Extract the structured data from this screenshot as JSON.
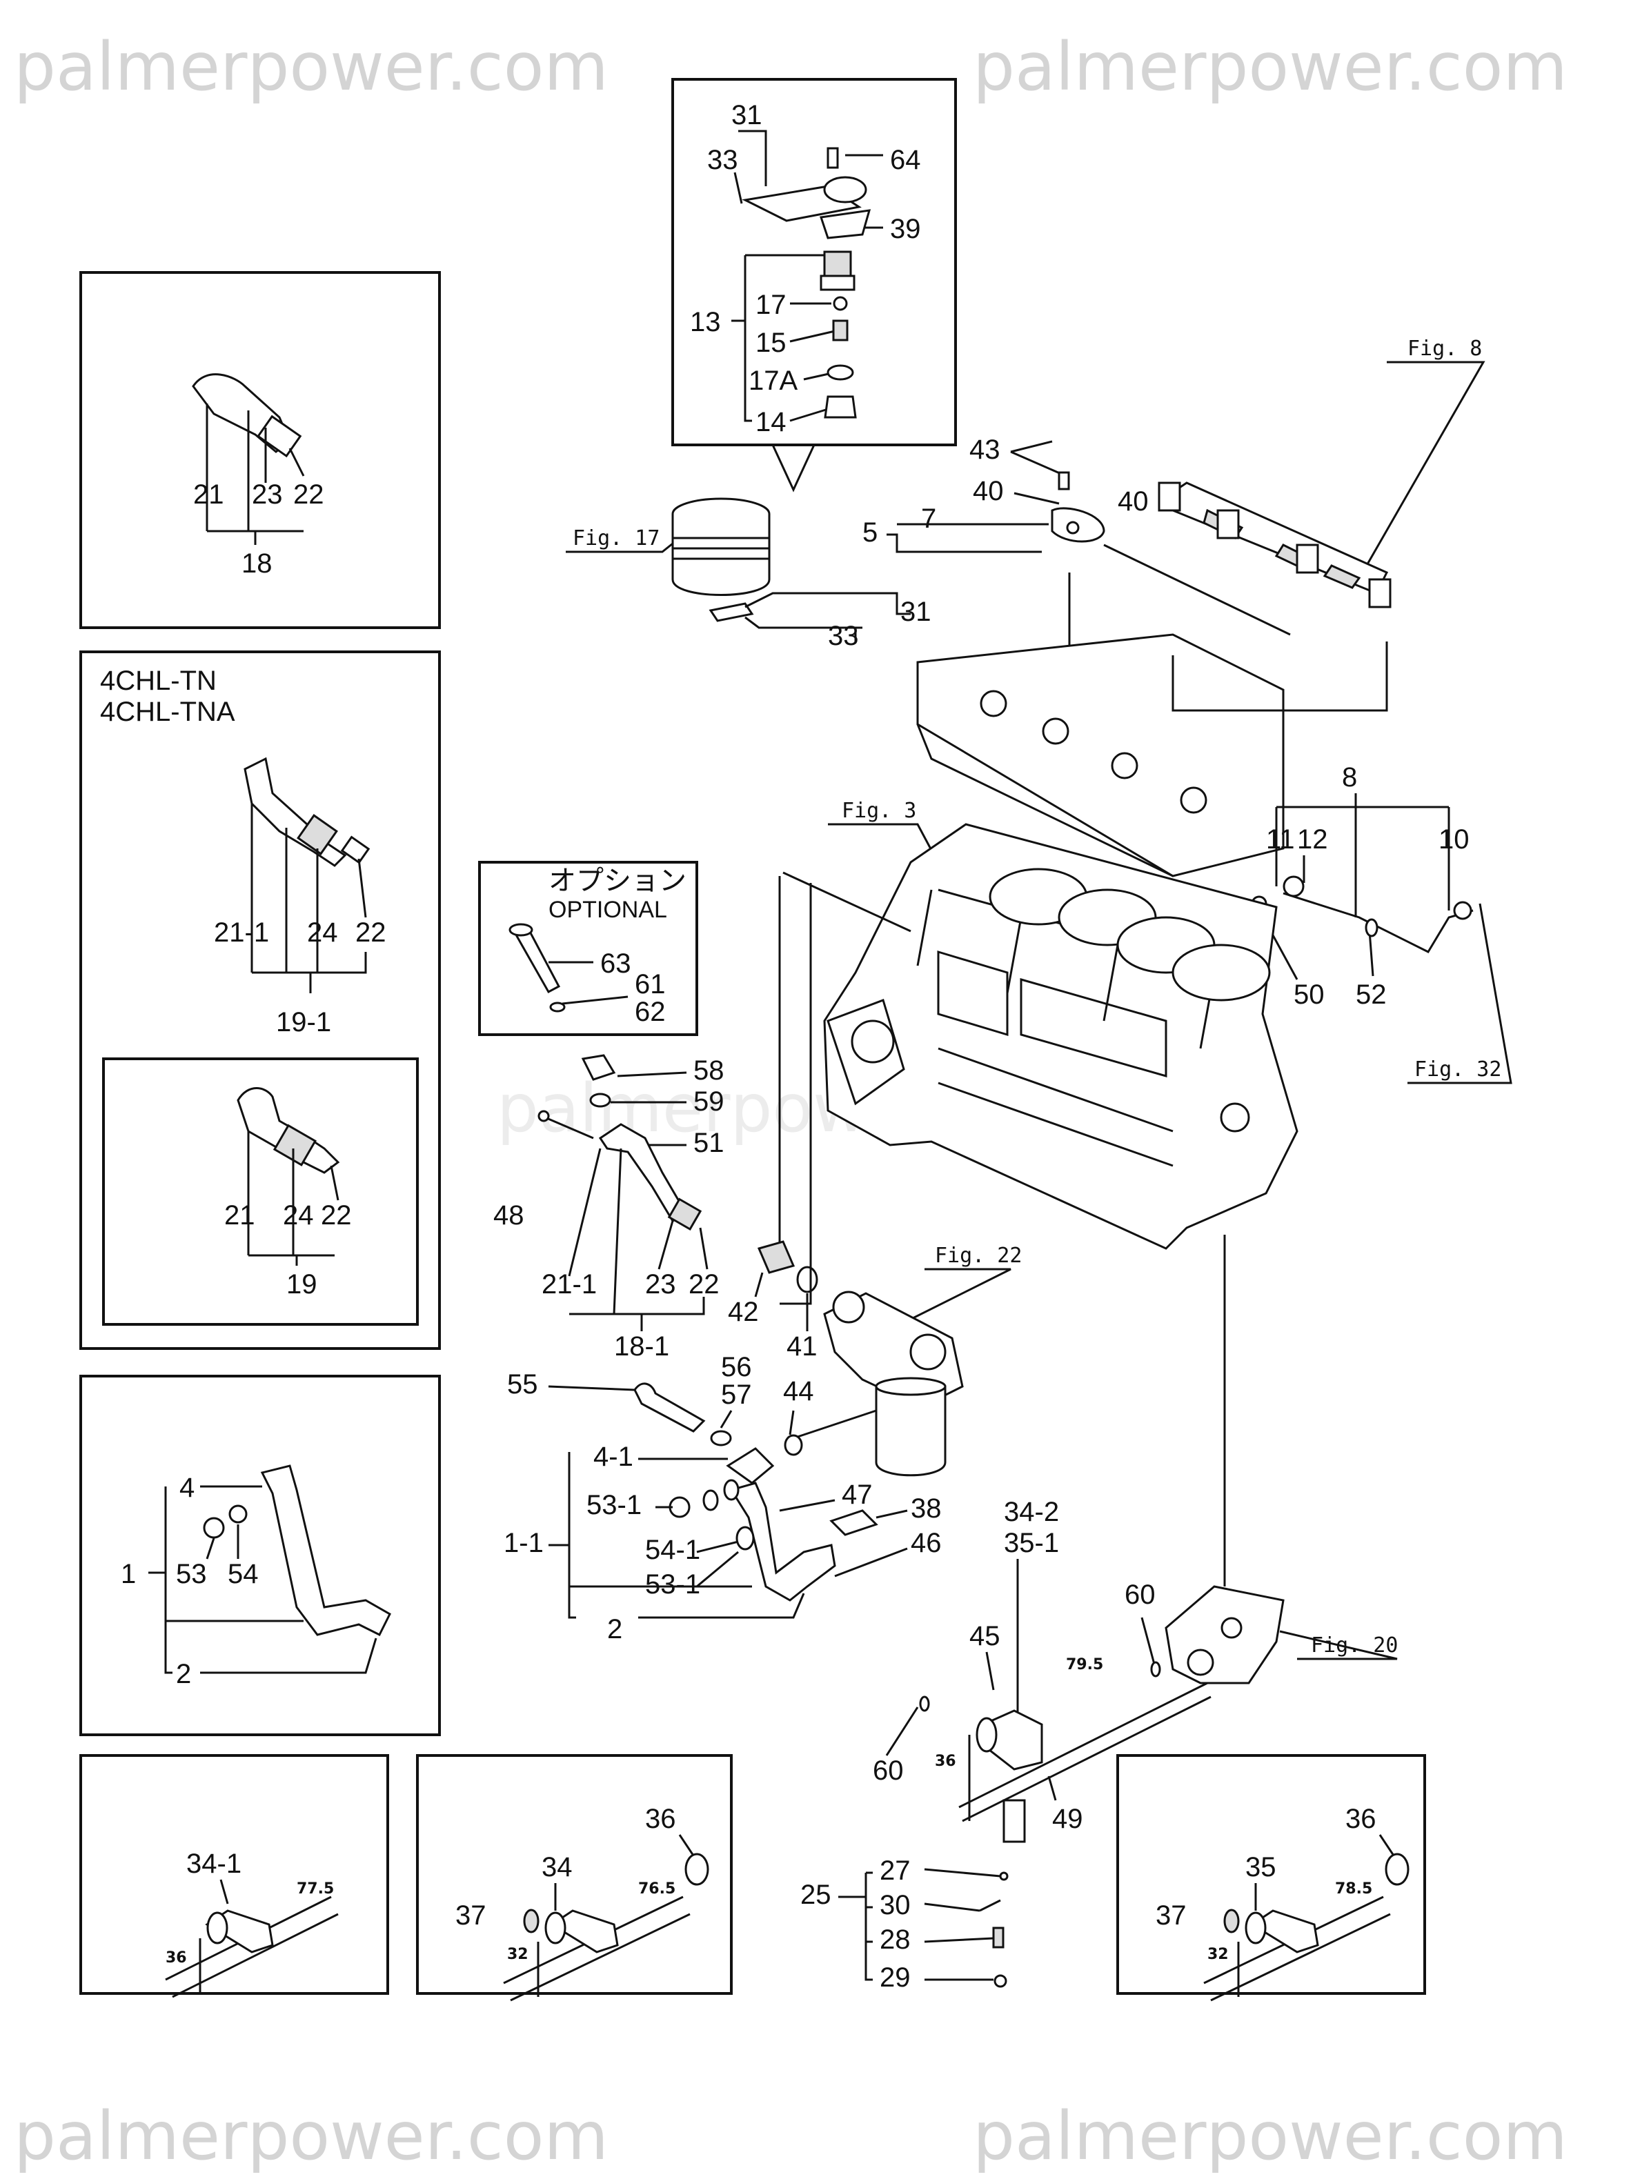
{
  "watermark": "palmerpower.com",
  "figure_refs": {
    "fig8": "Fig. 8",
    "fig17": "Fig. 17",
    "fig3": "Fig. 3",
    "fig32": "Fig. 32",
    "fig22": "Fig. 22",
    "fig20": "Fig. 20"
  },
  "inset_oil_jet": {
    "labels": [
      "31",
      "33",
      "64",
      "39",
      "13",
      "17",
      "15",
      "17A",
      "14"
    ]
  },
  "inset_pipe_18": {
    "labels": [
      "21",
      "23",
      "22",
      "18"
    ]
  },
  "inset_tn": {
    "title_line1": "4CHL-TN",
    "title_line2": "4CHL-TNA",
    "labels": [
      "21-1",
      "24",
      "22",
      "19-1"
    ],
    "sub_labels": [
      "21",
      "24",
      "22",
      "19"
    ]
  },
  "inset_pipe_1": {
    "labels": [
      "4",
      "1",
      "53",
      "54",
      "2"
    ]
  },
  "optional_box": {
    "title_jp": "オプション",
    "title_en": "OPTIONAL",
    "labels": [
      "63",
      "61",
      "62"
    ]
  },
  "main_labels": {
    "piston": [
      "31",
      "33"
    ],
    "rocker": [
      "43",
      "40",
      "5",
      "7",
      "40"
    ],
    "pipes": [
      "8",
      "11",
      "12",
      "10",
      "50",
      "52"
    ],
    "oil_line": [
      "58",
      "59",
      "51",
      "48",
      "21-1",
      "23",
      "22",
      "18-1",
      "42",
      "41"
    ],
    "filter": [
      "56",
      "57",
      "55",
      "44",
      "4-1",
      "53-1",
      "47",
      "38",
      "1-1",
      "54-1",
      "53-1",
      "46",
      "2"
    ],
    "bracket": [
      "34-2",
      "35-1",
      "45",
      "60",
      "60",
      "49",
      "25",
      "27",
      "30",
      "28",
      "29"
    ]
  },
  "dimensions": {
    "main": [
      "79.5",
      "36"
    ],
    "inset_a": [
      "34-1",
      "77.5",
      "36"
    ],
    "inset_b": [
      "36",
      "34",
      "37",
      "76.5",
      "32"
    ],
    "inset_c": [
      "36",
      "35",
      "37",
      "78.5",
      "32"
    ]
  }
}
